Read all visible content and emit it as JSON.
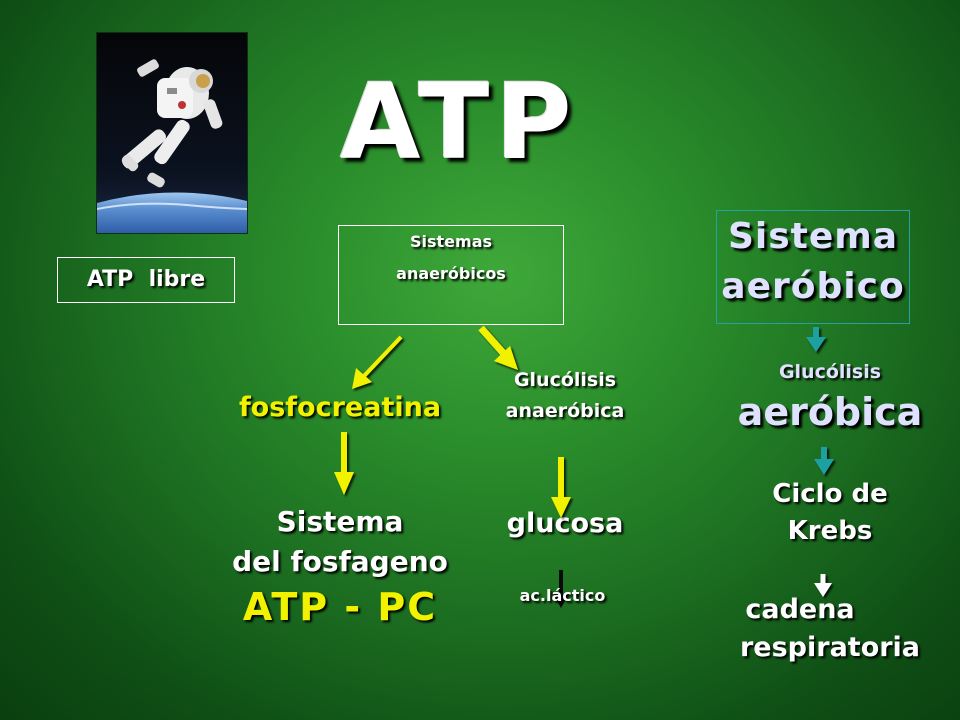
{
  "title": "ATP",
  "photo": {
    "name": "astronaut-spacewalk-photo"
  },
  "atp_libre": "ATP  libre",
  "anaerobic_box": {
    "line1": "Sistemas",
    "line2": "anaeróbicos"
  },
  "left_branch": {
    "label": "fosfocreatina",
    "sistema": "Sistema",
    "del_fosfageno": "del fosfageno",
    "atp_pc": "ATP - PC"
  },
  "middle_branch": {
    "line1": "Glucólisis",
    "line2": "anaeróbica",
    "glucosa": "glucosa",
    "lactico": "ac.láctico"
  },
  "aerobic_box": {
    "line1": "Sistema",
    "line2": "aeróbico"
  },
  "right_branch": {
    "glucolisis": "Glucólisis",
    "aerobica": "aeróbica",
    "ciclo": "Ciclo de",
    "krebs": "Krebs",
    "cadena": "cadena",
    "respiratoria": "respiratoria"
  },
  "colors": {
    "yellow_arrow": "#f2f200",
    "teal_arrow": "#1aa0a0",
    "white_text": "#ffffff",
    "lavender_text": "#dfe2ff"
  }
}
